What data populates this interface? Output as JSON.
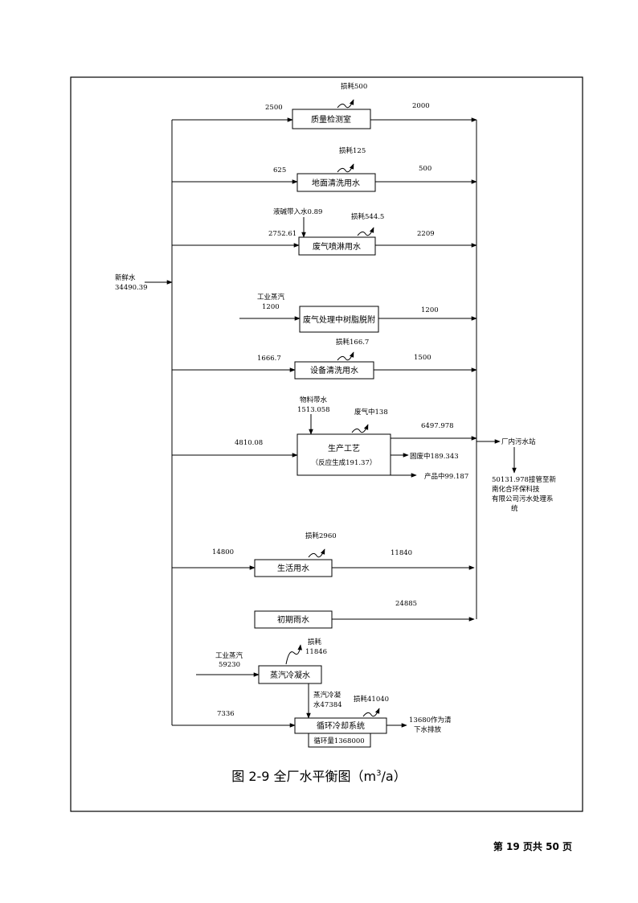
{
  "source": {
    "label1": "新鲜水",
    "label2": "34490.39"
  },
  "units": [
    {
      "id": "qc",
      "name": "质量检测室",
      "loss": "损耗500",
      "in": "2500",
      "out": "2000"
    },
    {
      "id": "floor",
      "name": "地面清洗用水",
      "loss": "损耗125",
      "in": "625",
      "out": "500"
    },
    {
      "id": "spray",
      "name": "废气喷淋用水",
      "loss": "损耗544.5",
      "in": "2752.61",
      "extra": "液碱带入水0.89",
      "out": "2209"
    },
    {
      "id": "desorb",
      "name": "废气处理中树脂脱附",
      "steam1": "工业蒸汽",
      "steam2": "1200",
      "out": "1200"
    },
    {
      "id": "equip",
      "name": "设备清洗用水",
      "loss": "损耗166.7",
      "in": "1666.7",
      "out": "1500"
    },
    {
      "id": "prod",
      "name1": "生产工艺",
      "name2": "（反应生成191.37）",
      "raw1": "物料带水",
      "raw2": "1513.058",
      "gas": "废气中138",
      "in": "4810.08",
      "out": "6497.978",
      "solid": "固废中189.343",
      "product": "产品中99.187"
    },
    {
      "id": "domestic",
      "name": "生活用水",
      "loss": "损耗2960",
      "in": "14800",
      "out": "11840"
    },
    {
      "id": "rain",
      "name": "初期雨水",
      "out": "24885"
    },
    {
      "id": "steamcond",
      "name": "蒸汽冷凝水",
      "steam1": "工业蒸汽",
      "steam2": "59230",
      "loss1": "损耗",
      "loss2": "11846",
      "cond1": "蒸汽冷凝",
      "cond2": "水47384"
    },
    {
      "id": "cool",
      "name": "循环冷却系统",
      "loss": "损耗41040",
      "in": "7336",
      "circ": "循环量1368000",
      "out1": "13680作为清",
      "out2": "下水排放"
    }
  ],
  "wwtp": {
    "label": "厂内污水站",
    "d1": "50131.978接管至新",
    "d2": "南化合环保科技",
    "d3": "有限公司污水处理系",
    "d4": "统"
  },
  "caption": {
    "text": "图 2-9 全厂水平衡图（m",
    "sup": "3",
    "tail": "/a）"
  },
  "page": {
    "label": "第 19 页共 50 页"
  }
}
